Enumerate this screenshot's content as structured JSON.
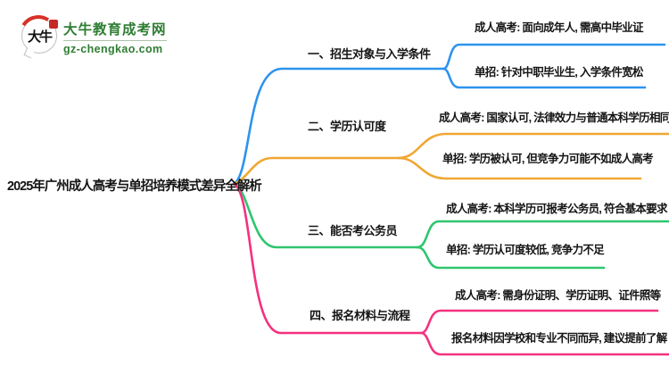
{
  "site": {
    "logo_badge_text": "大牛",
    "site_name": "大牛教育成考网",
    "site_domain": "gz-chengkao.com"
  },
  "colors": {
    "blue": "#2d93ee",
    "orange": "#f0a732",
    "green": "#2ec56e",
    "pink": "#f5317f",
    "brand_green": "#2e7d33",
    "text": "#141414"
  },
  "mindmap": {
    "root": "2025年广州成人高考与单招培养模式差异全解析",
    "branches": [
      {
        "label": "一、招生对象与入学条件",
        "color": "#2d93ee",
        "leaves": [
          "成人高考: 面向成年人, 需高中毕业证",
          "单招: 针对中职毕业生, 入学条件宽松"
        ]
      },
      {
        "label": "二、学历认可度",
        "color": "#f0a732",
        "leaves": [
          "成人高考: 国家认可, 法律效力与普通本科学历相同",
          "单招: 学历被认可, 但竞争力可能不如成人高考"
        ]
      },
      {
        "label": "三、能否考公务员",
        "color": "#2ec56e",
        "leaves": [
          "成人高考: 本科学历可报考公务员, 符合基本要求",
          "单招: 学历认可度较低, 竞争力不足"
        ]
      },
      {
        "label": "四、报名材料与流程",
        "color": "#f5317f",
        "leaves": [
          "成人高考: 需身份证明、学历证明、证件照等",
          "报名材料因学校和专业不同而异, 建议提前了解"
        ]
      }
    ]
  }
}
